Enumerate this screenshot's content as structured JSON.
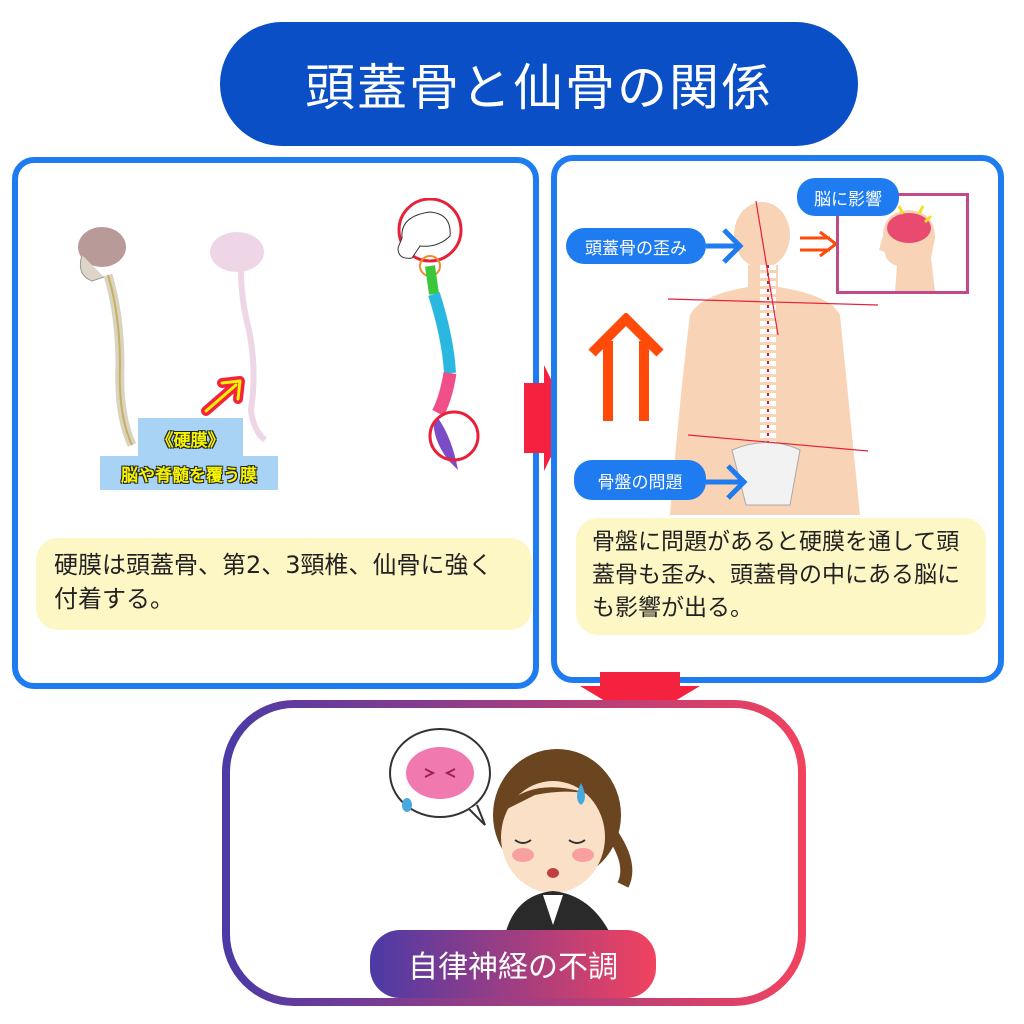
{
  "title": "頭蓋骨と仙骨の関係",
  "left_panel": {
    "label_title": "《硬膜》",
    "label_desc": "脳や脊髄を覆う膜",
    "note": "硬膜は頭蓋骨、第2、3頸椎、仙骨に強く付着する。"
  },
  "right_panel": {
    "skull_label": "頭蓋骨の歪み",
    "pelvis_label": "骨盤の問題",
    "brain_label": "脳に影響",
    "note": "骨盤に問題があると硬膜を通して頭蓋骨も歪み、頭蓋骨の中にある脳にも影響が出る。"
  },
  "result": "自律神経の不調",
  "colors": {
    "title_bg": "#0b4fc6",
    "panel_border": "#1e7cf0",
    "arrow": "#f5223f",
    "note_bg": "#fdf7c6"
  }
}
